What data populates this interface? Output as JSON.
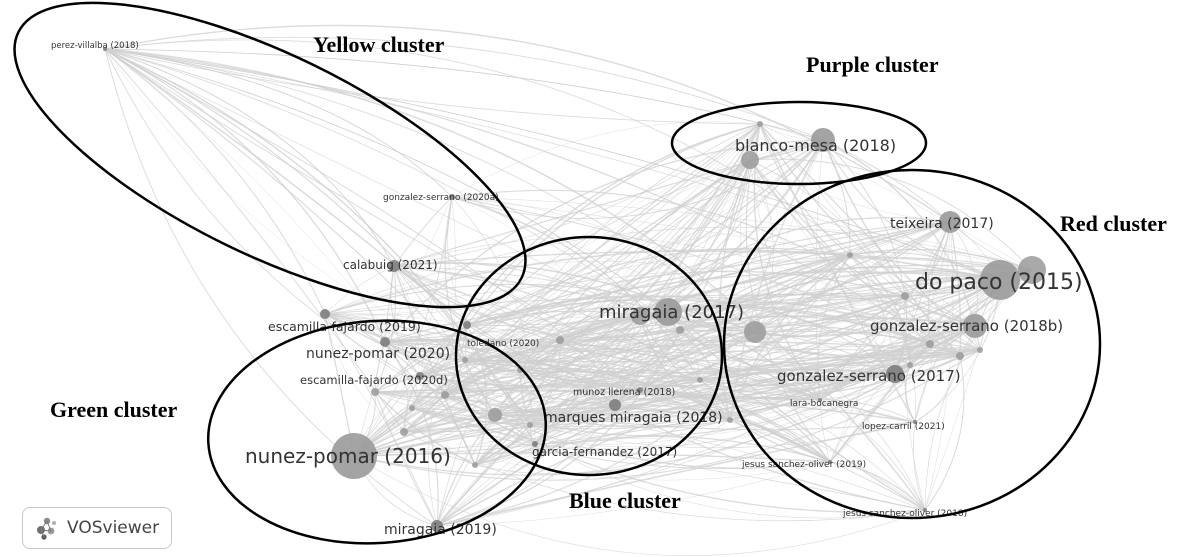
{
  "cluster_titles": {
    "yellow": "Yellow cluster",
    "purple": "Purple cluster",
    "red": "Red cluster",
    "green": "Green cluster",
    "blue": "Blue cluster"
  },
  "nodes": [
    {
      "id": "perez-villalba",
      "label": "perez-villalba (2018)",
      "cluster": "yellow"
    },
    {
      "id": "gonzalez-serrano-2020a",
      "label": "gonzalez-serrano (2020a)",
      "cluster": "yellow"
    },
    {
      "id": "calabuig-2021",
      "label": "calabuig (2021)",
      "cluster": "yellow"
    },
    {
      "id": "blanco-mesa-2018",
      "label": "blanco-mesa (2018)",
      "cluster": "purple"
    },
    {
      "id": "teixeira-2017",
      "label": "teixeira (2017)",
      "cluster": "red"
    },
    {
      "id": "do-paco-2015",
      "label": "do paco (2015)",
      "cluster": "red"
    },
    {
      "id": "gonzalez-serrano-2018b",
      "label": "gonzalez-serrano (2018b)",
      "cluster": "red"
    },
    {
      "id": "gonzalez-serrano-2017",
      "label": "gonzalez-serrano (2017)",
      "cluster": "red"
    },
    {
      "id": "lara-bocanegra",
      "label": "lara-bocanegra",
      "cluster": "red"
    },
    {
      "id": "lopez-carril-2021",
      "label": "lopez-carril (2021)",
      "cluster": "red"
    },
    {
      "id": "jesus-sanchez-oliver-2019",
      "label": "jesus sanchez-oliver (2019)",
      "cluster": "red"
    },
    {
      "id": "jesus-sanchez-oliver-2018",
      "label": "jesus sanchez-oliver (2018)",
      "cluster": "red"
    },
    {
      "id": "miragaia-2017",
      "label": "miragaia (2017)",
      "cluster": "blue"
    },
    {
      "id": "toledano-2020",
      "label": "toledano (2020)",
      "cluster": "blue"
    },
    {
      "id": "munoz-llerena-2018",
      "label": "munoz llerena (2018)",
      "cluster": "blue"
    },
    {
      "id": "marques-miragaia-2018",
      "label": "marques miragaia (2018)",
      "cluster": "blue"
    },
    {
      "id": "garcia-fernandez-2017",
      "label": "garcia-fernandez (2017)",
      "cluster": "blue"
    },
    {
      "id": "escamilla-fajardo-2019",
      "label": "escamilla-fajardo (2019)",
      "cluster": "green"
    },
    {
      "id": "nunez-pomar-2020",
      "label": "nunez-pomar (2020)",
      "cluster": "green"
    },
    {
      "id": "escamilla-fajardo-2020d",
      "label": "escamilla-fajardo (2020d)",
      "cluster": "green"
    },
    {
      "id": "nunez-pomar-2016",
      "label": "nunez-pomar (2016)",
      "cluster": "green"
    },
    {
      "id": "miragaia-2019",
      "label": "miragaia (2019)",
      "cluster": "green"
    }
  ],
  "watermark": {
    "label": "VOSviewer",
    "icon": "vosviewer-logo-icon"
  },
  "colors": {
    "edge": "#cfcfcf",
    "node": "#9a9a9a",
    "node_dark": "#7d7d7d",
    "label": "#333333",
    "ellipse": "#000000"
  }
}
